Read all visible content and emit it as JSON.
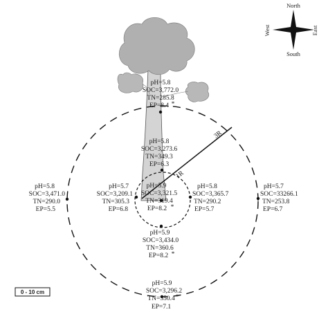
{
  "compass": {
    "north": "North",
    "south": "South",
    "east": "East",
    "west": "West"
  },
  "radius_labels": {
    "inner": "1R",
    "outer": "3R"
  },
  "scale_label": "0 - 10 cm",
  "points": {
    "crown": {
      "ph": "pH=5.8",
      "soc": "SOC=3,772.0",
      "tn": "TN=285.8",
      "ep": "EP=8.4",
      "star": "*"
    },
    "trunk": {
      "ph": "pH=5.8",
      "soc": "SOC=3,273.6",
      "tn": "TN=349.3",
      "ep": "EP=6.3",
      "star": ""
    },
    "center": {
      "ph": "pH=5.9",
      "soc": "SOC=3,321.5",
      "tn": "TN=319.4",
      "ep": "EP=8.2",
      "star": "*"
    },
    "inner_west": {
      "ph": "pH=5.7",
      "soc": "SOC=3,209.1",
      "tn": "TN=305.3",
      "ep": "EP=6.8",
      "star": ""
    },
    "inner_east": {
      "ph": "pH=5.8",
      "soc": "SOC=3,365.7",
      "tn": "TN=290.2",
      "ep": "EP=5.7",
      "star": ""
    },
    "inner_south": {
      "ph": "pH=5.9",
      "soc": "SOC=3,434.0",
      "tn": "TN=360.6",
      "ep": "EP=8.2",
      "star": "*"
    },
    "outer_west": {
      "ph": "pH=5.8",
      "soc": "SOC=3,471.0",
      "tn": "TN=290.0",
      "ep": "EP=5.5",
      "star": ""
    },
    "outer_east": {
      "ph": "pH=5.7",
      "soc": "SOC=33266.1",
      "tn": "TN=253.8",
      "ep": "EP=6.7",
      "star": ""
    },
    "outer_south": {
      "ph": "pH=5.9",
      "soc": "SOC=3,296.2",
      "tn": "TN=350.4",
      "ep": "EP=7.1",
      "star": "*"
    }
  }
}
